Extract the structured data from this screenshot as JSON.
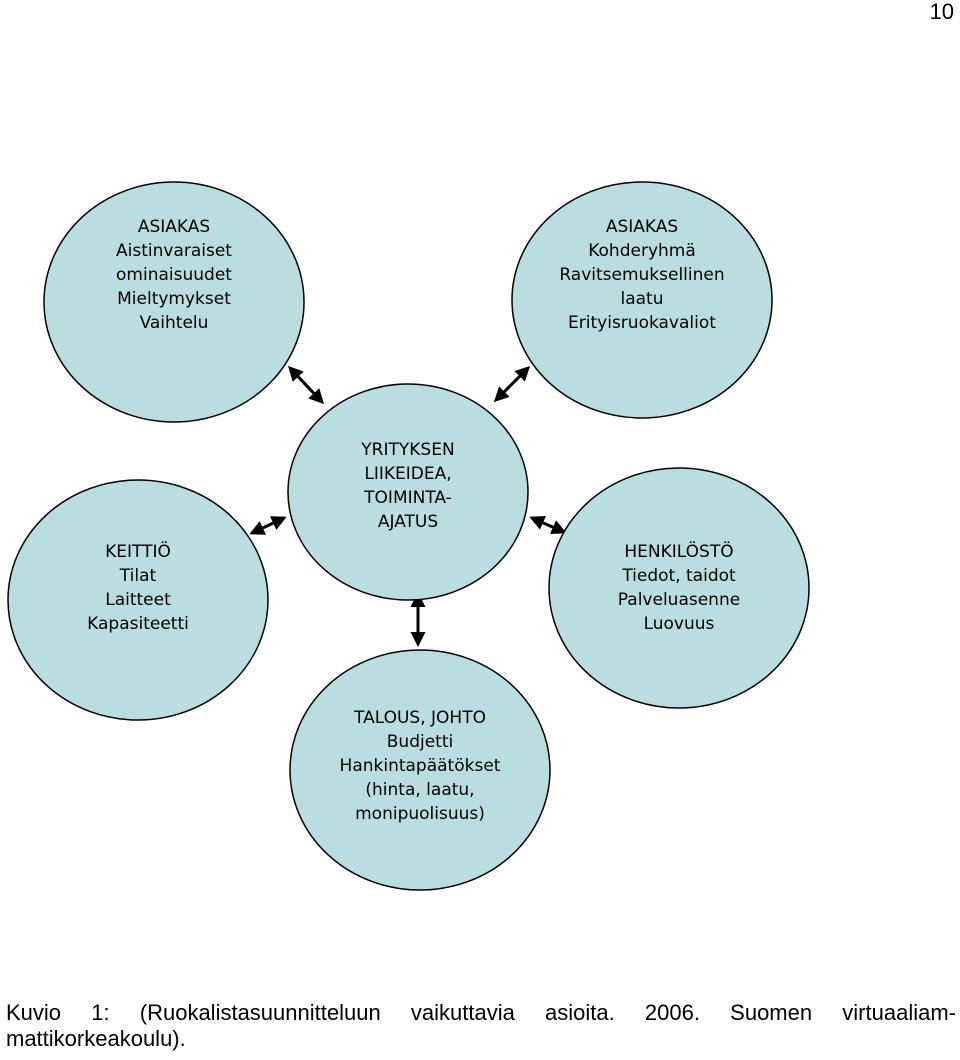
{
  "page": {
    "number": "10"
  },
  "diagram": {
    "nodes": [
      {
        "id": "asiakas-aisti",
        "lines": [
          "ASIAKAS",
          "",
          "Aistinvaraiset",
          "ominaisuudet",
          "",
          "Mieltymykset",
          "Vaihtelu"
        ]
      },
      {
        "id": "asiakas-kohde",
        "lines": [
          "ASIAKAS",
          "Kohderyhmä",
          "",
          "Ravitsemuksellinen",
          "laatu",
          "",
          "Erityisruokavaliot"
        ]
      },
      {
        "id": "yritys",
        "lines": [
          "YRITYKSEN",
          "LIIKEIDEA,",
          "TOIMINTA-",
          "AJATUS"
        ]
      },
      {
        "id": "keittio",
        "lines": [
          "KEITTIÖ",
          "Tilat",
          "Laitteet",
          "Kapasiteetti"
        ]
      },
      {
        "id": "henkilosto",
        "lines": [
          "HENKILÖSTÖ",
          "Tiedot, taidot",
          "Palveluasenne",
          "Luovuus"
        ]
      },
      {
        "id": "talous",
        "lines": [
          "TALOUS, JOHTO",
          "Budjetti",
          "Hankintapäätökset",
          "(hinta, laatu,",
          "monipuolisuus)"
        ]
      }
    ],
    "fill_color": "#b9dde1"
  },
  "caption": {
    "text": "Kuvio 1: (Ruokalistasuunnitteluun vaikuttavia asioita. 2006. Suomen virtuaaliam-mattikorkeakoulu)."
  }
}
